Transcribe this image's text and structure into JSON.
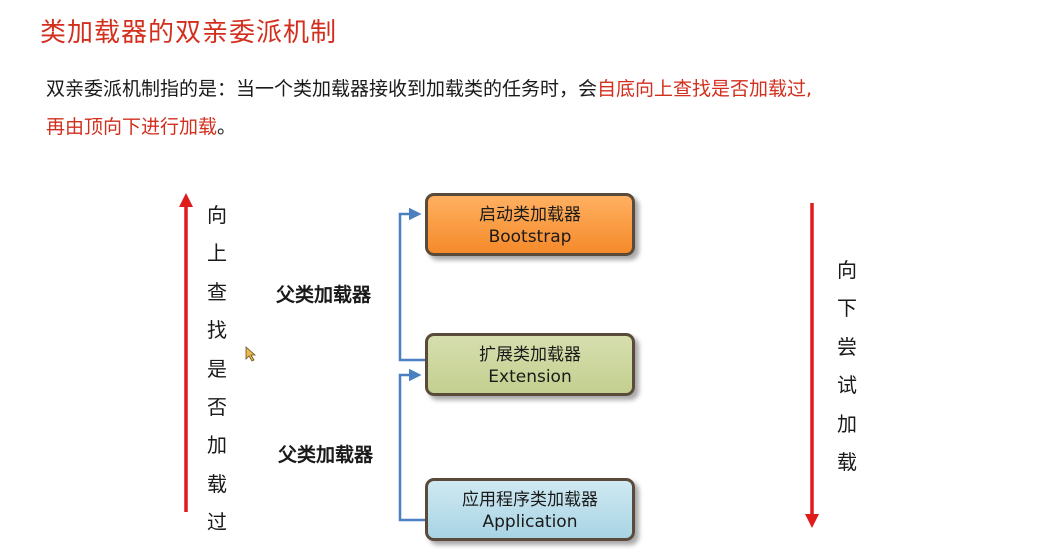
{
  "title": "类加载器的双亲委派机制",
  "description": {
    "line1_plain": "双亲委派机制指的是：当一个类加载器接收到加载类的任务时，会",
    "line1_highlight": "自底向上查找是否加载过,",
    "line2_highlight": "再由顶向下进行加载",
    "line2_plain": "。"
  },
  "left_vertical_text": [
    "向",
    "上",
    "查",
    "找",
    "是",
    "否",
    "加",
    "载",
    "过"
  ],
  "right_vertical_text": [
    "向",
    "下",
    "尝",
    "试",
    "加",
    "载"
  ],
  "parent_labels": [
    "父类加载器",
    "父类加载器"
  ],
  "loaders": [
    {
      "name_cn": "启动类加载器",
      "name_en": "Bootstrap",
      "color": "#f9963e"
    },
    {
      "name_cn": "扩展类加载器",
      "name_en": "Extension",
      "color": "#cdd69e"
    },
    {
      "name_cn": "应用程序类加载器",
      "name_en": "Application",
      "color": "#bfe0ec"
    }
  ],
  "colors": {
    "accent_red": "#d32f1e",
    "arrow_red": "#e01b1b",
    "connector_blue": "#4a7fc0",
    "box_border": "#5a4a3a"
  }
}
